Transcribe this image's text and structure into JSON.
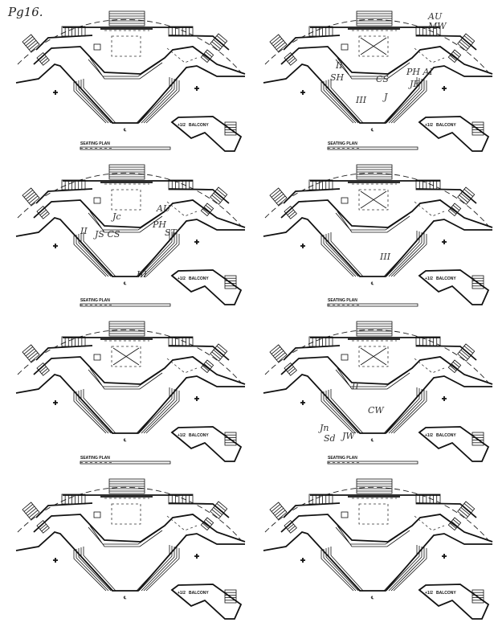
{
  "page_label": "Pg16.",
  "plan": {
    "balcony_label": "BALCONY",
    "balcony_level": "+1/2",
    "centerline_label": "℄",
    "scale_label": "SEATING PLAN"
  },
  "panels": [
    {
      "annotations": []
    },
    {
      "annotations": [
        "AU",
        "MW",
        "II",
        "SH",
        "CS",
        "PH AI",
        "JF",
        "III",
        "J"
      ]
    },
    {
      "annotations": [
        "Jc",
        "JS CS",
        "AU",
        "II",
        "PH",
        "ST",
        "III"
      ]
    },
    {
      "annotations": [
        "III"
      ]
    },
    {
      "annotations": []
    },
    {
      "annotations": [
        "II",
        "CW",
        "Jn",
        "Sd",
        "JW"
      ]
    },
    {
      "annotations": []
    },
    {
      "annotations": []
    }
  ]
}
